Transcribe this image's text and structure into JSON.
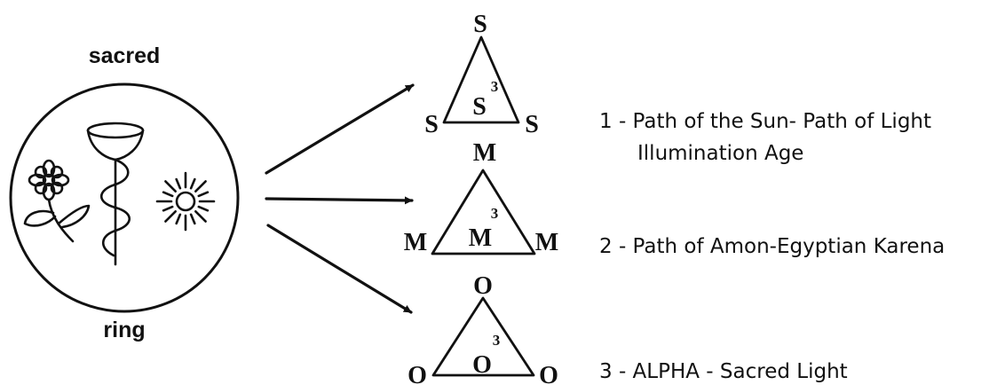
{
  "ring": {
    "top_label": "sacred",
    "bottom_label": "ring"
  },
  "triangles": [
    {
      "letter": "S",
      "center_letter": "S",
      "exponent": "3"
    },
    {
      "letter": "M",
      "center_letter": "M",
      "exponent": "3"
    },
    {
      "letter": "O",
      "center_letter": "O",
      "exponent": "3"
    }
  ],
  "paths": [
    {
      "line1": "1 - Path of the Sun- Path of Light",
      "line2": "Illumination Age"
    },
    {
      "line1": "2 - Path of Amon-Egyptian Karena"
    },
    {
      "line1": "3 - ALPHA - Sacred Light"
    }
  ],
  "colors": {
    "ink": "#111111",
    "background": "#ffffff"
  }
}
